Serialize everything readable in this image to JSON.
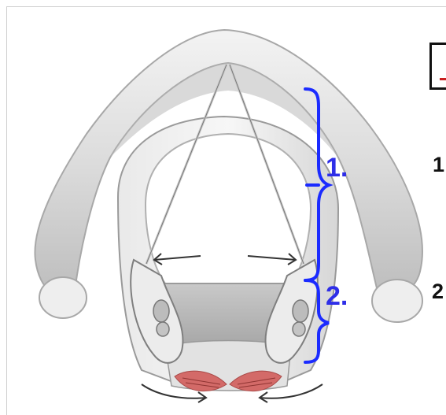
{
  "labels": {
    "region_1": "1.",
    "region_2": "2."
  },
  "cropped_text": {
    "line_1": "1",
    "line_2": "2"
  },
  "colors": {
    "bracket": "#1b2bff",
    "label_text": "#2e2ee8",
    "cartilage": "#e7e7e7",
    "muscle": "#d36a68",
    "arrow": "#333333"
  },
  "icons": {
    "brace_1": "curly-brace-icon",
    "brace_2": "curly-brace-icon",
    "arrow_in": "arrow-icon",
    "arrow_out": "arrow-icon"
  }
}
